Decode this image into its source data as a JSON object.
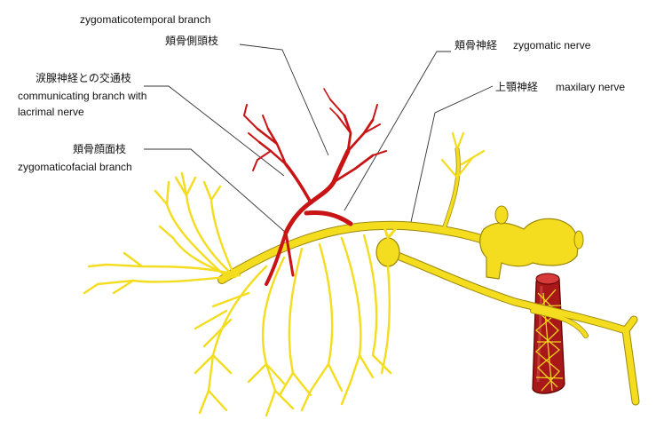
{
  "colors": {
    "nerve_fill": "#f4dc1e",
    "nerve_stroke": "#b09a10",
    "artery_fill": "#c81414",
    "artery_stroke": "#7a0000",
    "vessel_fill": "#a81818",
    "leader": "#333333",
    "text": "#111111"
  },
  "labels": {
    "zygomaticotemporal_en": "zygomaticotemporal branch",
    "zygomaticotemporal_ja": "頬骨側頭枝",
    "communicating_ja": "涙腺神経との交通枝",
    "communicating_en_1": "communicating branch with",
    "communicating_en_2": "lacrimal nerve",
    "zygomaticofacial_ja": "頬骨顔面枝",
    "zygomaticofacial_en": "zygomaticofacial branch",
    "zygomatic_ja": "頬骨神経",
    "zygomatic_en": "zygomatic nerve",
    "maxillary_ja": "上顎神経",
    "maxillary_en": "maxilary nerve"
  }
}
